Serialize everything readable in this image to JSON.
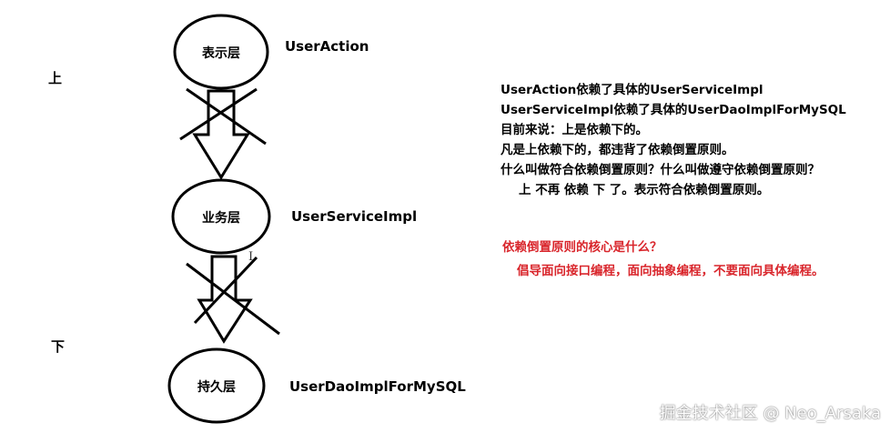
{
  "layers": [
    {
      "name": "表示层",
      "impl": "UserAction"
    },
    {
      "name": "业务层",
      "impl": "UserServiceImpl"
    },
    {
      "name": "持久层",
      "impl": "UserDaoImplForMySQL"
    }
  ],
  "side": {
    "top": "上",
    "bottom": "下"
  },
  "notes": [
    "UserAction依赖了具体的UserServiceImpl",
    "UserServiceImpl依赖了具体的UserDaoImplForMySQL",
    "目前来说：上是依赖下的。",
    "凡是上依赖下的，都违背了依赖倒置原则。",
    "什么叫做符合依赖倒置原则？什么叫做遵守依赖倒置原则？",
    "上 不再 依赖 下 了。表示符合依赖倒置原则。"
  ],
  "core": {
    "question": "依赖倒置原则的核心是什么？",
    "answer": "倡导面向接口编程，面向抽象编程，不要面向具体编程。"
  },
  "watermark": "掘金技术社区 @ Neo_Arsaka",
  "cursor_glyph": "I",
  "colors": {
    "text": "#000000",
    "red": "#d9262c",
    "watermark": "#ffffff",
    "line": "#000000"
  }
}
